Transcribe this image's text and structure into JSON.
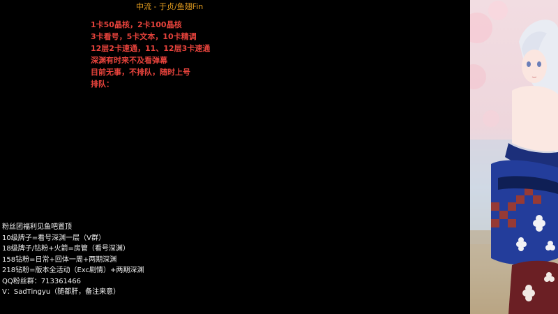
{
  "stream": {
    "top_title": "中流 - 于贞/鱼翅Fin"
  },
  "notice": {
    "lines": [
      "1卡50晶核，2卡100晶核",
      "3卡看号，5卡文本，10卡精调",
      "12层2卡速通，11、12层3卡速通",
      "深渊有时来不及看弹幕",
      "目前无事，不排队，随时上号",
      "排队："
    ]
  },
  "fan_info": {
    "lines": [
      "粉丝团福利见鱼吧置顶",
      "10级牌子=看号深渊一层（V群）",
      "18级牌子/钻粉+火箭=房管（看号深渊）",
      "158钻粉=日常+回体一周+两期深渊",
      "218钻粉=版本全活动（Exc剧情）+两期深渊",
      "QQ粉丝群：713361466",
      "V：SadTingyu（随都肝，备注来意）"
    ]
  },
  "colors": {
    "background": "#000000",
    "title": "#e8a020",
    "notice_text": "#e8433c",
    "fan_text": "#f2f2f2"
  }
}
